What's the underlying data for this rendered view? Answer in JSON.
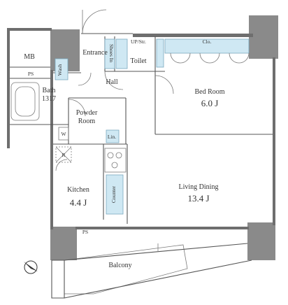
{
  "floor_plan": {
    "rooms": {
      "mb": "MB",
      "ps_top": "PS",
      "bath": "Bath",
      "bath_size": "1317",
      "wash": "Wash",
      "entrance": "Entrance",
      "shoes_in": "Shoes In",
      "up_str": "UP/Str.",
      "clo": "Clo.",
      "toilet": "Toilet",
      "hall": "Hall",
      "bed_room": "Bed Room",
      "bed_size": "6.0 J",
      "powder_room_1": "Powder",
      "powder_room_2": "Room",
      "w": "W",
      "r": "R",
      "lin": "Lin.",
      "kitchen": "Kitchen",
      "kitchen_size": "4.4 J",
      "counter": "Counter",
      "living_dining": "Living Dining",
      "living_size": "13.4 J",
      "ps_bottom": "PS",
      "balcony": "Balcony"
    },
    "colors": {
      "wall": "#8a8a8a",
      "storage": "#cfe8f3"
    },
    "icons": [
      "north-arrow-icon"
    ]
  }
}
